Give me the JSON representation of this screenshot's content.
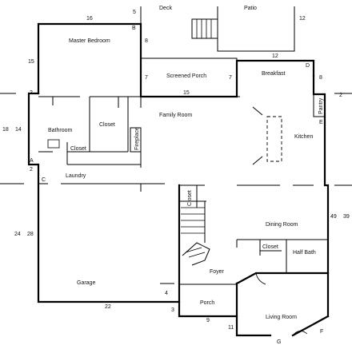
{
  "rooms": {
    "deck": "Deck",
    "patio": "Patio",
    "master_bedroom": "Master Bedroom",
    "screened_porch": "Screened Porch",
    "breakfast": "Breakfast",
    "family_room": "Family Room",
    "closet_master": "Closet",
    "bathroom": "Bathroom",
    "closet_bath": "Closet",
    "fireplace": "Fireplace",
    "pantry": "Pantry",
    "kitchen": "Kitchen",
    "laundry": "Laundry",
    "closet_stair": "Closet",
    "dining_room": "Dining Room",
    "closet_hall": "Closet",
    "half_bath": "Half Bath",
    "garage": "Garage",
    "foyer": "Foyer",
    "porch": "Porch",
    "living_room": "Living Room"
  },
  "dimensions": {
    "master_top": "16",
    "deck_side": "5",
    "master_right": "8",
    "master_left": "15",
    "patio_right": "12",
    "patio_bottom": "12",
    "screened_left": "7",
    "screened_right": "7",
    "screened_bottom": "15",
    "breakfast_right": "8",
    "step_2_left": "2",
    "step_2_right": "2",
    "house_left_outer": "18",
    "house_left_inner": "14",
    "step_2_lower": "2",
    "garage_outer": "24",
    "garage_inner": "28",
    "right_inner": "49",
    "right_outer": "39",
    "porch_step": "4",
    "garage_bottom": "22",
    "garage_corner": "3",
    "porch_bottom": "9",
    "living_left": "11"
  },
  "points": {
    "A": "A",
    "B": "B",
    "C": "C",
    "D": "D",
    "E": "E",
    "F": "F",
    "G": "G"
  }
}
